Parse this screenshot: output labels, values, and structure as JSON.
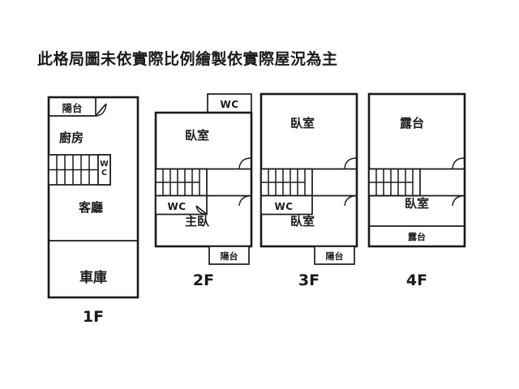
{
  "document": {
    "title_note": "此格局圖未依實際比例繪製依實際屋況為主",
    "background_color": "#ffffff",
    "line_color": "#1a1a1a"
  },
  "floors": [
    {
      "id": "floor-1f",
      "label": "1F",
      "rooms": [
        {
          "name": "balcony",
          "label": "陽台"
        },
        {
          "name": "kitchen",
          "label": "廚房"
        },
        {
          "name": "washroom",
          "label": "WC"
        },
        {
          "name": "living-room",
          "label": "客廳"
        },
        {
          "name": "garage",
          "label": "車庫"
        }
      ],
      "features": [
        "staircase",
        "door-swing"
      ]
    },
    {
      "id": "floor-2f",
      "label": "2F",
      "rooms": [
        {
          "name": "washroom-upper",
          "label": "WC"
        },
        {
          "name": "bedroom",
          "label": "臥室"
        },
        {
          "name": "washroom-lower",
          "label": "WC"
        },
        {
          "name": "master-bedroom",
          "label": "主臥"
        },
        {
          "name": "balcony",
          "label": "陽台"
        }
      ],
      "features": [
        "staircase",
        "door-swing"
      ]
    },
    {
      "id": "floor-3f",
      "label": "3F",
      "rooms": [
        {
          "name": "bedroom-upper",
          "label": "臥室"
        },
        {
          "name": "washroom",
          "label": "WC"
        },
        {
          "name": "bedroom-lower",
          "label": "臥室"
        },
        {
          "name": "balcony",
          "label": "陽台"
        }
      ],
      "features": [
        "staircase",
        "door-swing"
      ]
    },
    {
      "id": "floor-4f",
      "label": "4F",
      "rooms": [
        {
          "name": "terrace-upper",
          "label": "露台"
        },
        {
          "name": "bedroom",
          "label": "臥室"
        },
        {
          "name": "terrace-lower",
          "label": "露台"
        }
      ],
      "features": [
        "staircase",
        "door-swing"
      ]
    }
  ]
}
